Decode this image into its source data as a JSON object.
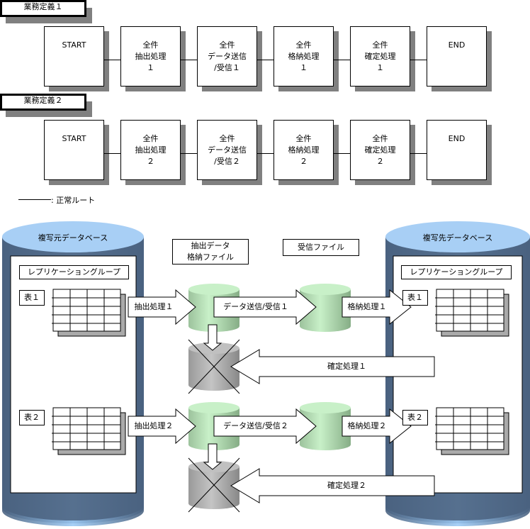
{
  "flows": [
    {
      "title": "業務定義１",
      "steps": [
        {
          "lines": [
            "START"
          ]
        },
        {
          "lines": [
            "全件",
            "抽出処理",
            "１"
          ]
        },
        {
          "lines": [
            "全件",
            "データ送信",
            "/受信１"
          ]
        },
        {
          "lines": [
            "全件",
            "格納処理",
            "１"
          ]
        },
        {
          "lines": [
            "全件",
            "確定処理",
            "１"
          ]
        },
        {
          "lines": [
            "END"
          ]
        }
      ]
    },
    {
      "title": "業務定義２",
      "steps": [
        {
          "lines": [
            "START"
          ]
        },
        {
          "lines": [
            "全件",
            "抽出処理",
            "２"
          ]
        },
        {
          "lines": [
            "全件",
            "データ送信",
            "/受信２"
          ]
        },
        {
          "lines": [
            "全件",
            "格納処理",
            "２"
          ]
        },
        {
          "lines": [
            "全件",
            "確定処理",
            "２"
          ]
        },
        {
          "lines": [
            "END"
          ]
        }
      ]
    }
  ],
  "legend": {
    "text": "──────: 正常ルート",
    "label": ": 正常ルート"
  },
  "source_db": {
    "title": "複写元データベース",
    "group": "レプリケーショングループ",
    "tables": [
      "表１",
      "表２"
    ]
  },
  "target_db": {
    "title": "複写先データベース",
    "group": "レプリケーショングループ",
    "tables": [
      "表１",
      "表２"
    ]
  },
  "extract_file_label": [
    "抽出データ",
    "格納ファイル"
  ],
  "receive_file_label": "受信ファイル",
  "rows": [
    {
      "extract": "抽出処理１",
      "send": "データ送信/受信１",
      "store": "格納処理１",
      "confirm": "確定処理１"
    },
    {
      "extract": "抽出処理２",
      "send": "データ送信/受信２",
      "store": "格納処理２",
      "confirm": "確定処理２"
    }
  ],
  "colors": {
    "db_body": "#4a6280",
    "db_top": "#a8cff5",
    "file_green": "#b5e3b5",
    "file_gray": "#a8a8a8",
    "shadow": "#808080"
  }
}
